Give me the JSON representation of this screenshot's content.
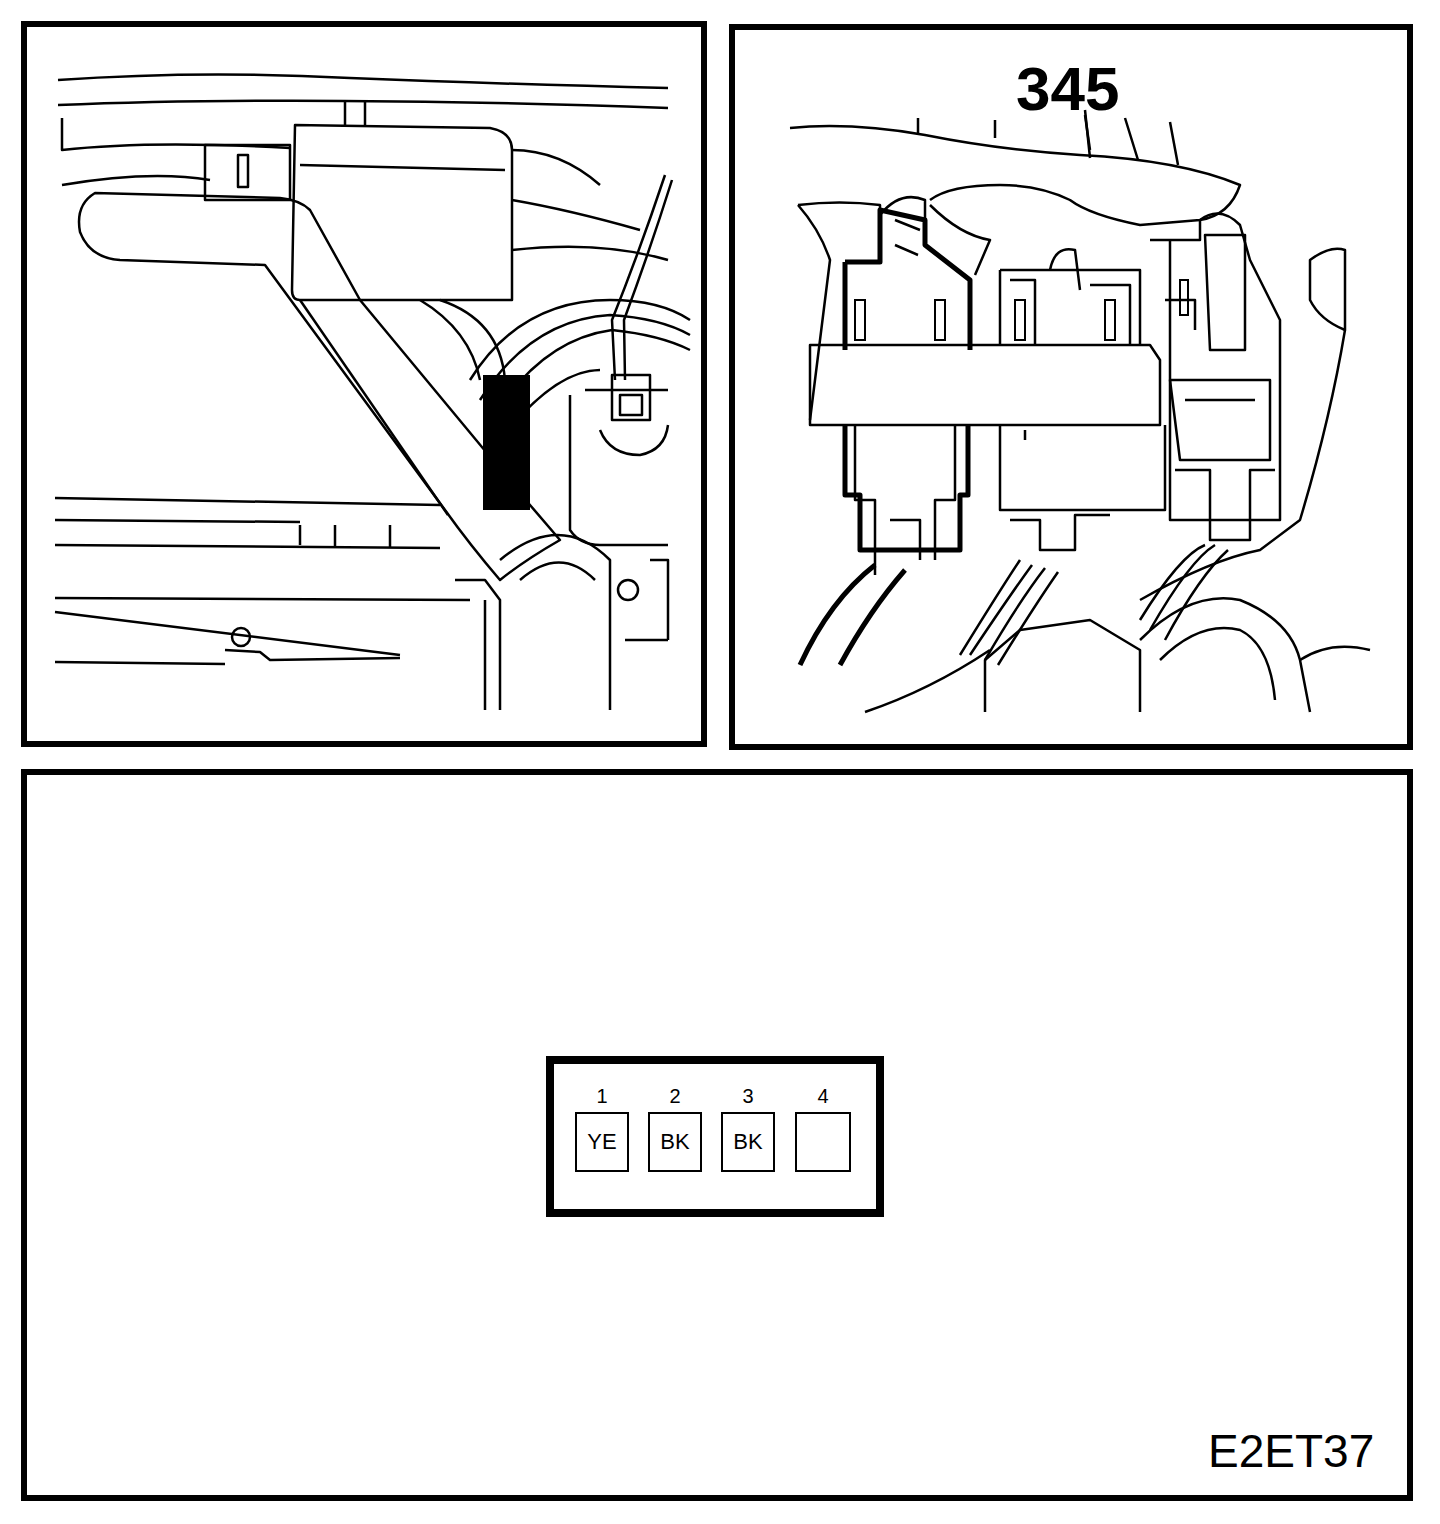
{
  "diagram": {
    "nodes": [
      {
        "text": [
          "1",
          "YE"
        ]
      },
      {
        "text": [
          "2",
          "BK"
        ]
      },
      {
        "text": [
          "3",
          "BK"
        ]
      },
      {
        "text": [
          "4"
        ]
      }
    ],
    "labels": [
      "345",
      "E2ET37"
    ]
  }
}
